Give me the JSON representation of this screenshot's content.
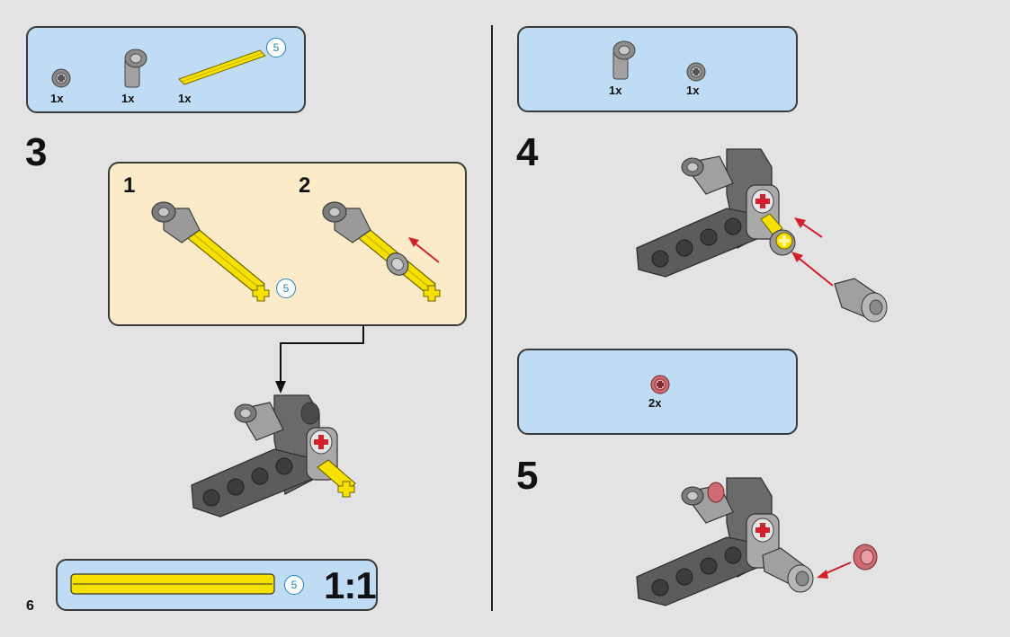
{
  "page_number": "6",
  "step3": {
    "number": "3",
    "parts": [
      {
        "icon": "bush-icon",
        "qty": "1x"
      },
      {
        "icon": "axle-pin-connector-icon",
        "qty": "1x"
      },
      {
        "icon": "yellow-axle-5-icon",
        "qty": "1x"
      }
    ],
    "axle_length": "5",
    "substeps": [
      "1",
      "2"
    ],
    "substep1_axle_length": "5"
  },
  "step4": {
    "number": "4",
    "parts": [
      {
        "icon": "axle-pin-connector-icon",
        "qty": "1x"
      },
      {
        "icon": "bush-icon",
        "qty": "1x"
      }
    ]
  },
  "step5": {
    "number": "5",
    "parts": [
      {
        "icon": "red-bush-icon",
        "qty": "2x"
      }
    ]
  },
  "scale_guide": {
    "axle_length": "5",
    "scale": "1:1"
  },
  "colors": {
    "panel_blue": "#c0dcf5",
    "callout_cream": "#fcebc8",
    "axle_yellow": "#f5e000",
    "arrow_red": "#d3202d",
    "circle_blue": "#1c84c6",
    "beam_gray": "#5a5a5a"
  }
}
